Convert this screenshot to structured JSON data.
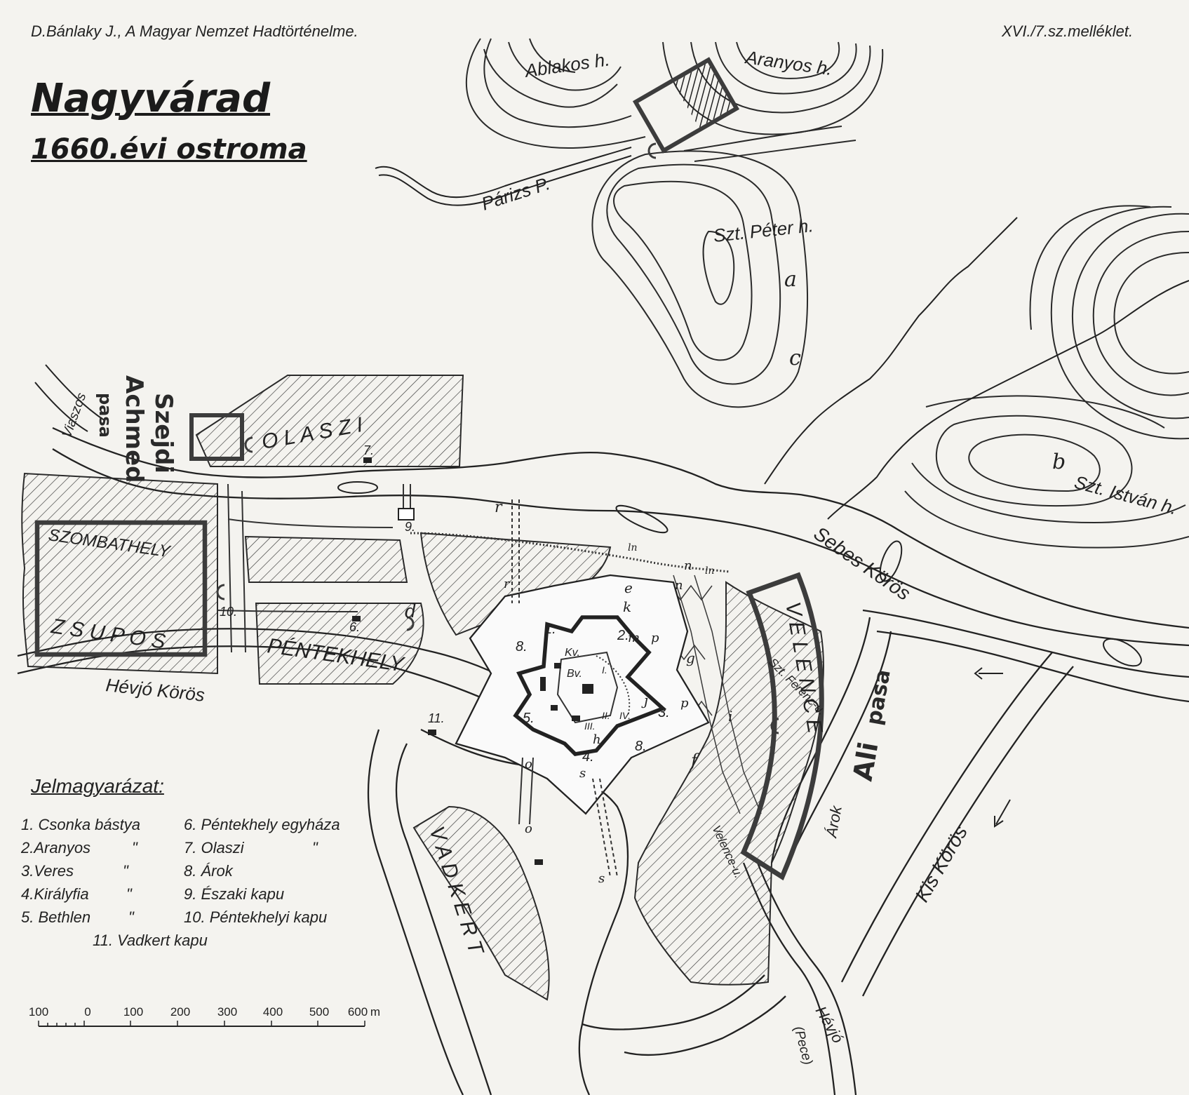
{
  "header": {
    "source": "D.Bánlaky J., A Magyar Nemzet Hadtörténelme.",
    "plate": "XVI./7.sz.melléklet."
  },
  "title": {
    "line1": "Nagyvárad",
    "line2": "1660.évi ostroma"
  },
  "places": {
    "ablakos": "Ablakos h.",
    "aranyos": "Aranyos h.",
    "parizs": "Párizs P.",
    "szt_peter": "Szt. Péter h.",
    "szt_istvan": "Szt. István h.",
    "viaszos": "Viaszos",
    "olaszi": "O L A S Z I",
    "szombathely": "SZOMBATHELY",
    "zsupos": "Z S U P O S",
    "pentekhely": "PÉNTEKHELY",
    "vadkert": "V A D K E R T",
    "velence": "V E L E N C E",
    "hevjo_koros": "Hévjó Körös",
    "sebes_koros": "Sebes Körös",
    "kis_koros": "Kis Körös",
    "arok": "Árok",
    "hevjo_pece": "Hévjó",
    "pece": "(Pece)",
    "szt_ferenc_u": "Szt. Ferenc-u.",
    "velence_u": "Velence-u."
  },
  "commanders": {
    "szejdi": "Szejdi",
    "achmed": "Achmed",
    "pasa1": "pasa",
    "ali": "Ali",
    "pasa2": "pasa"
  },
  "markers": {
    "a": "a",
    "b": "b",
    "c": "c",
    "d": "d",
    "e": "e",
    "f": "f",
    "g": "g",
    "i": "i",
    "j": "j",
    "k": "k",
    "h": "h",
    "m": "m",
    "n1": "n",
    "n2": "n",
    "ln1": "ln",
    "ln2": "ln",
    "r1": "r",
    "r2": "r",
    "p1": "p",
    "p2": "p",
    "o1": "o",
    "o2": "o",
    "s1": "s",
    "s2": "s",
    "n9": "9.",
    "n10": "10.",
    "n6": "6.",
    "n7": "7.",
    "n11": "11.",
    "b1": "1.",
    "b2": "2.",
    "b3": "3.",
    "b4": "4.",
    "b5": "5.",
    "b8a": "8.",
    "b8b": "8.",
    "kv": "Kv.",
    "bv": "Bv.",
    "r_i": "I.",
    "r_ii": "II.",
    "r_iii": "III.",
    "r_iv": "IV."
  },
  "legend": {
    "title": "Jelmagyarázat:",
    "items": [
      "1. Csonka bástya",
      "2.Aranyos",
      "3.Veres",
      "4.Királyfia",
      "5. Bethlen",
      "6. Péntekhely egyháza",
      "7. Olaszi",
      "8. Árok",
      "9. Északi kapu",
      "10. Péntekhelyi kapu",
      "11. Vadkert kapu"
    ],
    "ditto": "\""
  },
  "scale": {
    "ticks": [
      "100",
      "0",
      "100",
      "200",
      "300",
      "400",
      "500",
      "600"
    ],
    "unit": "m"
  }
}
